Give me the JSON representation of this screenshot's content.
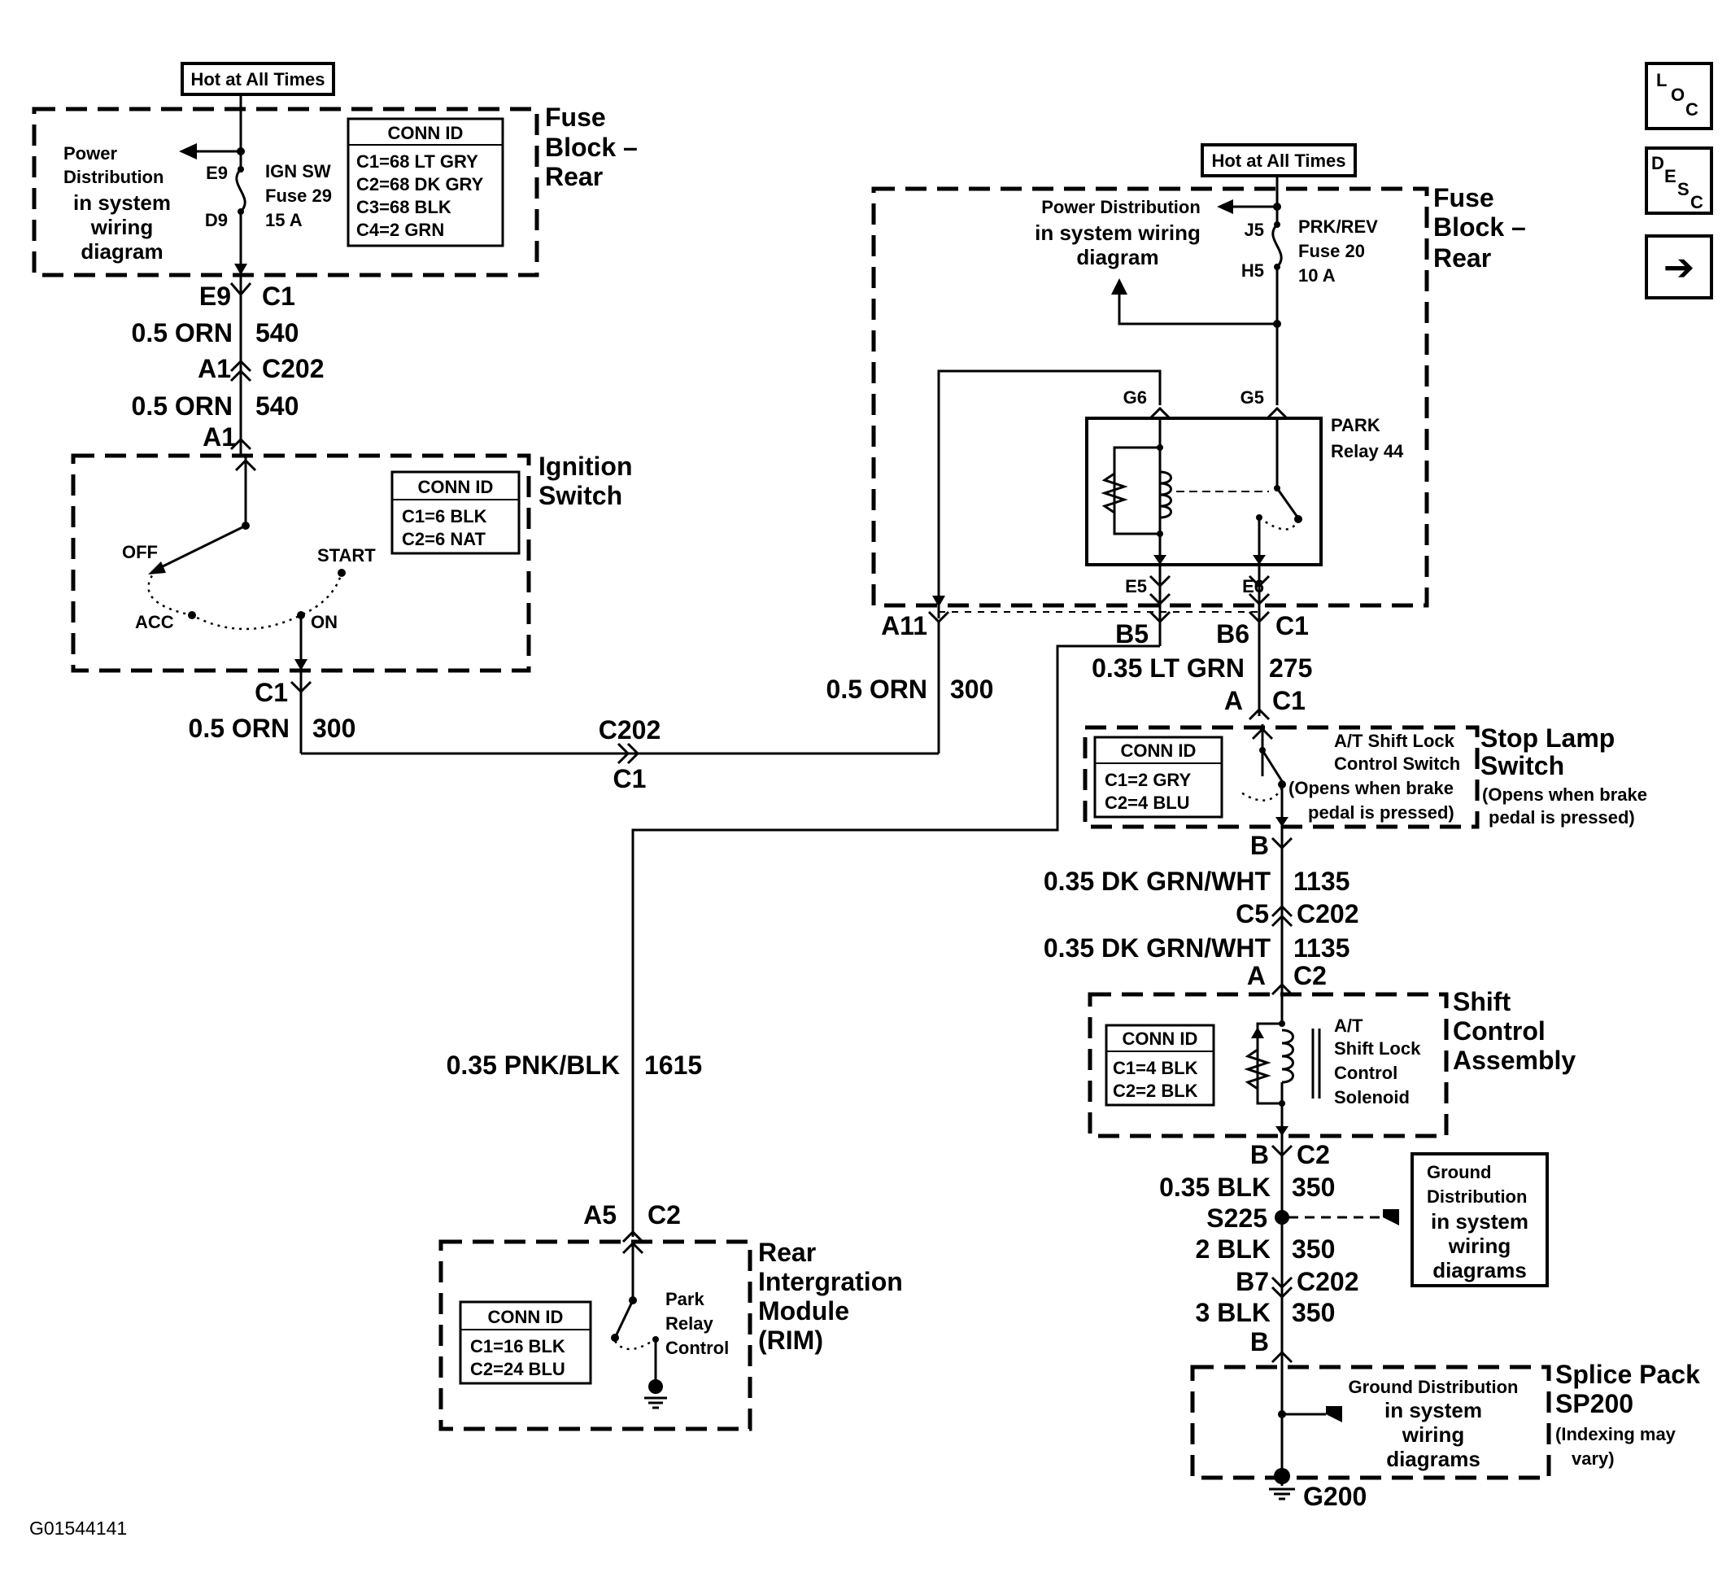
{
  "hot_at_all_times": "Hot at All Times",
  "fuse_block_rear": {
    "line1": "Fuse",
    "line2": "Block –",
    "line3": "Rear"
  },
  "power_dist_left": {
    "line1": "Power",
    "line2": "Distribution",
    "line3": "in system",
    "line4": "wiring",
    "line5": "diagram"
  },
  "power_dist_right": {
    "line1": "Power Distribution",
    "line2": "in system wiring",
    "line3": "diagram"
  },
  "conn_id": "CONN ID",
  "fuse_block_conn": [
    "C1=68 LT GRY",
    "C2=68 DK GRY",
    "C3=68 BLK",
    "C4=2 GRN"
  ],
  "fuse29": {
    "e9": "E9",
    "name": "IGN SW",
    "fuse": "Fuse 29",
    "d9": "D9",
    "amps": "15 A"
  },
  "fuse20": {
    "j5": "J5",
    "name": "PRK/REV",
    "fuse": "Fuse 20",
    "h5": "H5",
    "amps": "10 A"
  },
  "left_wire": {
    "e9": "E9",
    "c1": "C1",
    "w1": "0.5 ORN",
    "n1": "540",
    "a1": "A1",
    "c202": "C202",
    "w2": "0.5 ORN",
    "n2": "540",
    "a1b": "A1"
  },
  "ignition": {
    "title1": "Ignition",
    "title2": "Switch",
    "conn": [
      "C1=6 BLK",
      "C2=6 NAT"
    ],
    "off": "OFF",
    "start": "START",
    "acc": "ACC",
    "on": "ON"
  },
  "ign_out": {
    "c1": "C1",
    "wire": "0.5 ORN",
    "num": "300",
    "c202": "C202",
    "c1b": "C1"
  },
  "relay": {
    "g6": "G6",
    "g5": "G5",
    "name1": "PARK",
    "name2": "Relay 44",
    "e5": "E5",
    "e6": "E6"
  },
  "relay_out": {
    "a11": "A11",
    "b5": "B5",
    "b6": "B6",
    "c1": "C1",
    "w300": "0.5 ORN",
    "n300": "300",
    "w275": "0.35 LT GRN",
    "n275": "275",
    "a": "A",
    "c1b": "C1"
  },
  "stop_lamp": {
    "title1": "Stop Lamp",
    "title2": "Switch",
    "note1": "(Opens when brake",
    "note2": "pedal is pressed)",
    "sw1": "A/T Shift Lock",
    "sw2": "Control Switch",
    "swn1": "(Opens when brake",
    "swn2": "pedal is pressed)",
    "conn": [
      "C1=2 GRY",
      "C2=4 BLU"
    ]
  },
  "mid_wire": {
    "b": "B",
    "w1": "0.35 DK GRN/WHT",
    "n1": "1135",
    "c5": "C5",
    "c202": "C202",
    "w2": "0.35 DK GRN/WHT",
    "n2": "1135",
    "a": "A",
    "c2": "C2"
  },
  "shift_control": {
    "title1": "Shift",
    "title2": "Control",
    "title3": "Assembly",
    "conn": [
      "C1=4 BLK",
      "C2=2 BLK"
    ],
    "sol1": "A/T",
    "sol2": "Shift Lock",
    "sol3": "Control",
    "sol4": "Solenoid"
  },
  "ground_wire": {
    "b": "B",
    "c2": "C2",
    "w1": "0.35 BLK",
    "n1": "350",
    "s225": "S225",
    "w2": "2 BLK",
    "n2": "350",
    "b7": "B7",
    "c202": "C202",
    "w3": "3 BLK",
    "n3": "350",
    "b2": "B"
  },
  "ground_dist1": {
    "line1": "Ground",
    "line2": "Distribution",
    "line3": "in system",
    "line4": "wiring",
    "line5": "diagrams"
  },
  "ground_dist2": {
    "line1": "Ground Distribution",
    "line2": "in system",
    "line3": "wiring",
    "line4": "diagrams"
  },
  "splice": {
    "title1": "Splice Pack",
    "title2": "SP200",
    "note1": "(Indexing may",
    "note2": "vary)",
    "g200": "G200"
  },
  "pnk_wire": {
    "wire": "0.35 PNK/BLK",
    "num": "1615",
    "a5": "A5",
    "c2": "C2"
  },
  "rim": {
    "title1": "Rear",
    "title2": "Intergration",
    "title3": "Module",
    "title4": "(RIM)",
    "conn": [
      "C1=16 BLK",
      "C2=24 BLU"
    ],
    "ctl1": "Park",
    "ctl2": "Relay",
    "ctl3": "Control"
  },
  "nav": {
    "loc": {
      "l": "L",
      "o": "O",
      "c": "C"
    },
    "desc": {
      "d": "D",
      "e": "E",
      "s": "S",
      "c": "C"
    },
    "arrow": "➔"
  },
  "figure_id": "G01544141"
}
